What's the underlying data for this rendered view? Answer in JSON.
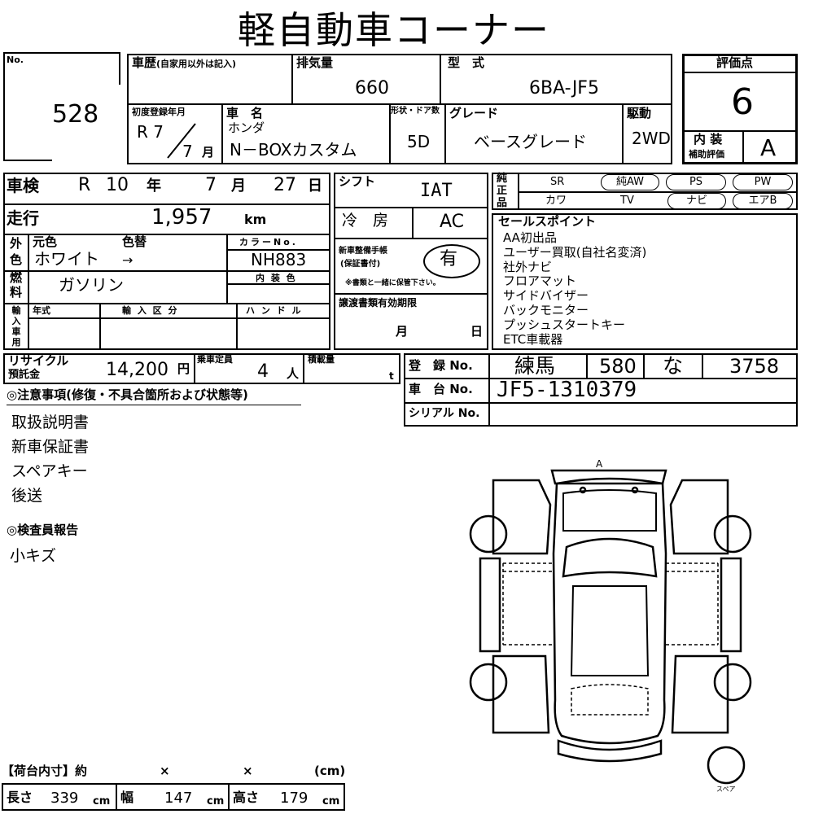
{
  "title": "軽自動車コーナー",
  "lot": {
    "no_label": "No.",
    "number": "528"
  },
  "history": {
    "label": "車歴",
    "note": "(自家用以外は記入)",
    "value": ""
  },
  "displacement": {
    "label": "排気量",
    "value": "660"
  },
  "model": {
    "label": "型　式",
    "value": "6BA-JF5"
  },
  "rating": {
    "label": "評価点",
    "value": "6",
    "interior_label_1": "内 装",
    "interior_label_2": "補助評価",
    "interior_value": "A"
  },
  "first_reg": {
    "label": "初度登録年月",
    "era": "R 7",
    "month": "7",
    "month_unit": "月"
  },
  "car_name": {
    "label": "車　名",
    "maker": "ホンダ",
    "name": "N－BOXカスタム"
  },
  "body": {
    "label": "形状・ドア数",
    "value": "5D"
  },
  "grade": {
    "label": "グレード",
    "value": "ベースグレード"
  },
  "drive": {
    "label": "駆動",
    "value": "2WD"
  },
  "inspection": {
    "label": "車検",
    "era": "R",
    "year": "10",
    "year_unit": "年",
    "month": "7",
    "month_unit": "月",
    "day": "27",
    "day_unit": "日"
  },
  "shift": {
    "label": "シフト",
    "value": "IAT"
  },
  "mileage": {
    "label": "走行",
    "value": "1,957",
    "unit": "km"
  },
  "aircon": {
    "label": "冷　房",
    "value": "AC"
  },
  "genuine": {
    "label_1": "純",
    "label_2": "正",
    "label_3": "品",
    "row1": [
      "SR",
      "純AW",
      "PS",
      "PW"
    ],
    "row2": [
      "カワ",
      "TV",
      "ナビ",
      "エアB"
    ]
  },
  "color": {
    "side_1": "外",
    "side_2": "色",
    "orig_label": "元色",
    "change_label": "色替",
    "orig_value": "ホワイト",
    "arrow": "→",
    "code_label": "カラーNo.",
    "code_value": "NH883",
    "interior_label": "内 装 色",
    "interior_value": ""
  },
  "warranty": {
    "label_1": "新車整備手帳",
    "label_2": "(保証書付)",
    "value": "有",
    "note": "※書類と一緒に保管下さい。"
  },
  "fuel": {
    "side_1": "燃",
    "side_2": "料",
    "value": "ガソリン"
  },
  "import": {
    "side": [
      "輸",
      "入",
      "車",
      "用"
    ],
    "year_label": "年式",
    "class_label": "輸 入 区 分",
    "handle_label": "ハ ン ド ル"
  },
  "transfer": {
    "label": "譲渡書類有効期限",
    "month_unit": "月",
    "day_unit": "日"
  },
  "sales_points": {
    "label": "セールスポイント",
    "items": [
      "AA初出品",
      "ユーザー買取(自社名変済)",
      "社外ナビ",
      "フロアマット",
      "サイドバイザー",
      "バックモニター",
      "プッシュスタートキー",
      "ETC車載器"
    ]
  },
  "recycle": {
    "label_1": "リサイクル",
    "label_2": "預託金",
    "value": "14,200",
    "unit": "円"
  },
  "capacity": {
    "label": "乗車定員",
    "value": "4",
    "unit": "人"
  },
  "load": {
    "label": "積載量",
    "unit": "t"
  },
  "registration": {
    "label": "登　録 No.",
    "office": "練馬",
    "class": "580",
    "kana": "な",
    "number": "3758"
  },
  "chassis": {
    "label": "車　台 No.",
    "value": "JF5-1310379"
  },
  "serial": {
    "label": "シリアル No.",
    "value": ""
  },
  "notes": {
    "label": "◎注意事項(修復・不具合箇所および状態等)",
    "items": [
      "取扱説明書",
      "新車保証書",
      "スペアキー",
      "後送"
    ]
  },
  "inspector": {
    "label": "◎検査員報告",
    "value": "小キズ"
  },
  "diagram": {
    "front_label": "A",
    "spare_label": "スペア"
  },
  "cargo": {
    "label": "【荷台内寸】約",
    "x1": "×",
    "x2": "×",
    "unit_label": "(cm)",
    "length_label": "長さ",
    "length": "339",
    "width_label": "幅",
    "width": "147",
    "height_label": "高さ",
    "height": "179",
    "unit": "cm"
  }
}
